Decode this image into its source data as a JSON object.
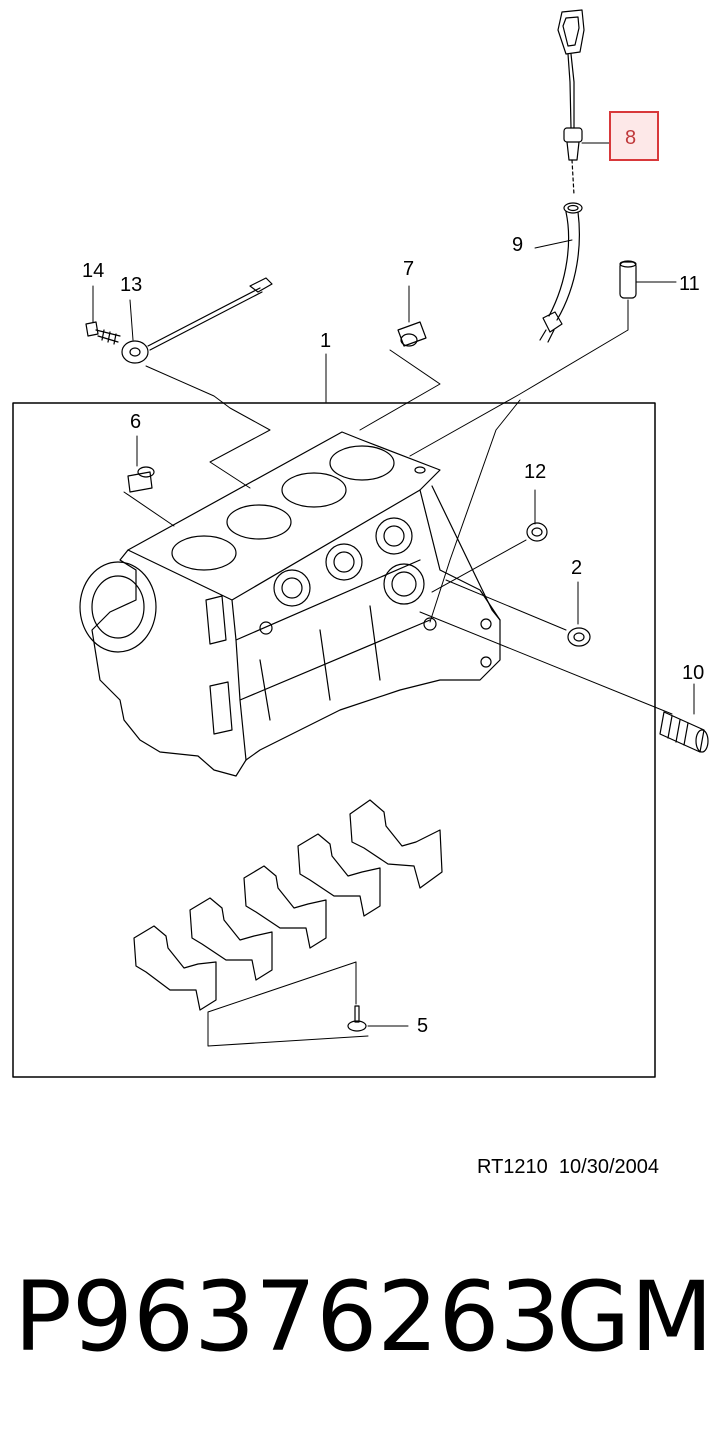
{
  "callouts": {
    "c1": "1",
    "c2": "2",
    "c5": "5",
    "c6": "6",
    "c7": "7",
    "c8": "8",
    "c9": "9",
    "c10": "10",
    "c11": "11",
    "c12": "12",
    "c13": "13",
    "c14": "14"
  },
  "highlight_color": "#d8383a",
  "reference": "RT1210  10/30/2004",
  "part_number": "P96376263",
  "brand": "GM"
}
